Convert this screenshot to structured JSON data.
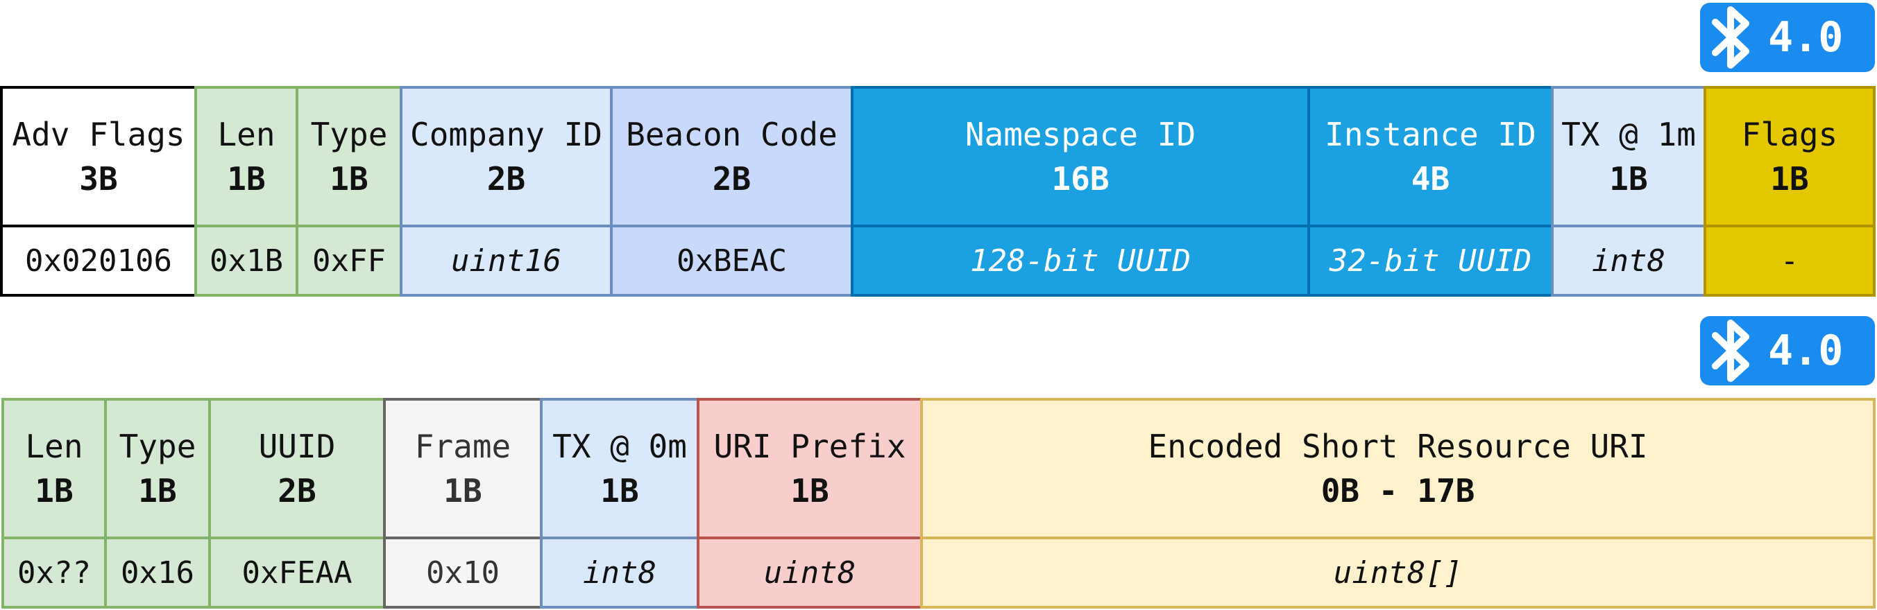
{
  "badge_version": "4.0",
  "colors": {
    "bluetooth_blue": "#1a8cf0",
    "green": "#d5e8d4",
    "light_blue": "#dae8fc",
    "medium_blue": "#c8d9fb",
    "dark_blue": "#1ba1e2",
    "gold": "#e3c800",
    "gray": "#f5f5f5",
    "red": "#f8cecc",
    "cream": "#fff2cc"
  },
  "table1": [
    {
      "name": "Adv Flags",
      "size": "3B",
      "value": "0x020106"
    },
    {
      "name": "Len",
      "size": "1B",
      "value": "0x1B"
    },
    {
      "name": "Type",
      "size": "1B",
      "value": "0xFF"
    },
    {
      "name": "Company ID",
      "size": "2B",
      "value": "uint16"
    },
    {
      "name": "Beacon Code",
      "size": "2B",
      "value": "0xBEAC"
    },
    {
      "name": "Namespace ID",
      "size": "16B",
      "value": "128-bit UUID"
    },
    {
      "name": "Instance ID",
      "size": "4B",
      "value": "32-bit UUID"
    },
    {
      "name": "TX @ 1m",
      "size": "1B",
      "value": "int8"
    },
    {
      "name": "Flags",
      "size": "1B",
      "value": "-"
    }
  ],
  "table2": [
    {
      "name": "Len",
      "size": "1B",
      "value": "0x??"
    },
    {
      "name": "Type",
      "size": "1B",
      "value": "0x16"
    },
    {
      "name": "UUID",
      "size": "2B",
      "value": "0xFEAA"
    },
    {
      "name": "Frame",
      "size": "1B",
      "value": "0x10"
    },
    {
      "name": "TX @ 0m",
      "size": "1B",
      "value": "int8"
    },
    {
      "name": "URI Prefix",
      "size": "1B",
      "value": "uint8"
    },
    {
      "name": "Encoded Short Resource URI",
      "size": "0B - 17B",
      "value": "uint8[]"
    }
  ]
}
